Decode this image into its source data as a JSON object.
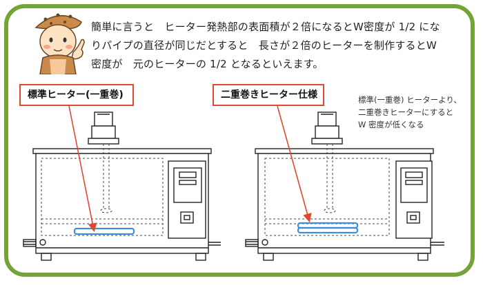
{
  "intro": {
    "line1": "簡単に言うと　ヒーター発熱部の表面積が２倍になるとW密度が 1/2 にな",
    "line2": "りパイプの直径が同じだとすると　長さが２倍のヒーターを制作するとW",
    "line3": "密度が　元のヒーターの 1/2 となるといえます。"
  },
  "label_left": "標準ヒーター(一重巻)",
  "label_right": "二重巻きヒーター仕様",
  "note": {
    "line1": "標準(一重巻) ヒーターより、",
    "line2": "二重巻きヒーターにすると",
    "line3": "W 密度が低くなる"
  },
  "colors": {
    "frame": "#74a338",
    "callout": "#e0492f",
    "heater": "#3b8fd6"
  }
}
